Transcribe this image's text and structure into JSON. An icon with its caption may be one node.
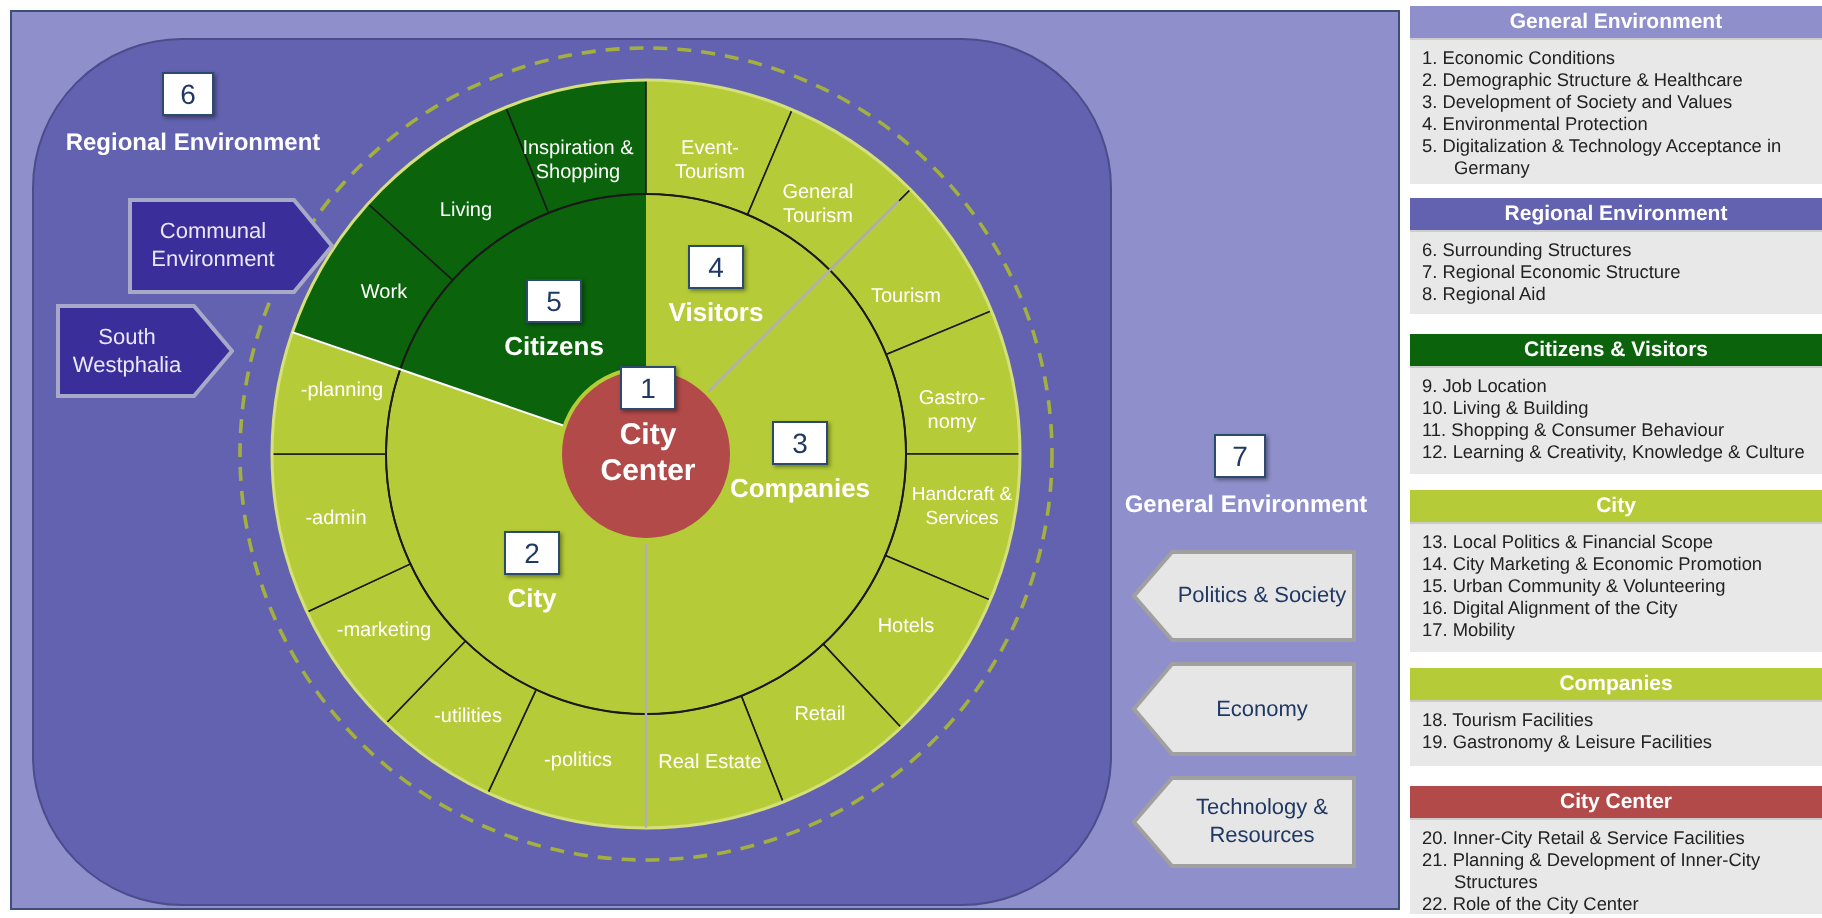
{
  "diagram": {
    "nodes": [
      {
        "text": [
          "General Environment"
        ]
      },
      {
        "text": [
          "Regional Environment"
        ],
        "in": 0
      },
      {
        "text": [
          "Communal Environment"
        ],
        "in": 1
      },
      {
        "text": [
          "South Westphalia"
        ],
        "in": 1
      },
      {
        "text": [
          "1",
          "City Center"
        ],
        "in": 1
      },
      {
        "text": [
          "2",
          "City"
        ],
        "in": 1
      },
      {
        "text": [
          "3",
          "Companies"
        ],
        "in": 1
      },
      {
        "text": [
          "4",
          "Visitors"
        ],
        "in": 1
      },
      {
        "text": [
          "5",
          "Citizens"
        ],
        "in": 1
      },
      {
        "text": [
          "Work"
        ],
        "in": 1
      },
      {
        "text": [
          "Living"
        ],
        "in": 1
      },
      {
        "text": [
          "Inspiration & Shopping"
        ],
        "in": 1
      },
      {
        "text": [
          "Event- Tourism"
        ],
        "in": 1
      },
      {
        "text": [
          "General Tourism"
        ],
        "in": 1
      },
      {
        "text": [
          "Tourism"
        ],
        "in": 1
      },
      {
        "text": [
          "Gastro- nomy"
        ],
        "in": 1
      },
      {
        "text": [
          "Handcraft & Services"
        ],
        "in": 1
      },
      {
        "text": [
          "Hotels"
        ],
        "in": 1
      },
      {
        "text": [
          "Retail"
        ],
        "in": 1
      },
      {
        "text": [
          "Real Estate"
        ],
        "in": 1
      },
      {
        "text": [
          "-politics"
        ],
        "in": 1
      },
      {
        "text": [
          "-utilities"
        ],
        "in": 1
      },
      {
        "text": [
          "-marketing"
        ],
        "in": 1
      },
      {
        "text": [
          "-admin"
        ],
        "in": 1
      },
      {
        "text": [
          "-planning"
        ],
        "in": 1
      },
      {
        "text": [
          "Politics & Society"
        ],
        "in": 0
      },
      {
        "text": [
          "Economy"
        ],
        "in": 0
      },
      {
        "text": [
          "Technology & Resources"
        ],
        "in": 0
      },
      {
        "text": [
          "General Environment",
          "1. Economic Conditions",
          "2. Demographic Structure & Healthcare",
          "3. Development of Society and Values",
          "4. Environmental Protection",
          "5. Digitalization & Technology Acceptance in Germany"
        ]
      },
      {
        "text": [
          "Regional Environment",
          "6. Surrounding Structures",
          "7. Regional Economic Structure",
          "8. Regional Aid"
        ]
      },
      {
        "text": [
          "Citizens & Visitors",
          "9. Job Location",
          "10. Living & Building",
          "11. Shopping & Consumer Behaviour",
          "12. Learning & Creativity, Knowledge & Culture"
        ]
      },
      {
        "text": [
          "City",
          "13. Local Politics & Financial Scope",
          "14. City Marketing & Economic Promotion",
          "15. Urban Community & Volunteering",
          "16. Digital Alignment of the City",
          "17. Mobility"
        ]
      },
      {
        "text": [
          "Companies",
          "18. Tourism Facilities",
          "19. Gastronomy & Leisure Facilities"
        ]
      },
      {
        "text": [
          "City Center",
          "20. Inner-City Retail & Service Facilities",
          "21. Planning & Development of Inner-City Structures",
          "22. Role of the City Center"
        ]
      },
      {
        "text": [
          "7"
        ],
        "in": 0
      },
      {
        "text": [
          "6"
        ],
        "in": 1
      }
    ]
  }
}
